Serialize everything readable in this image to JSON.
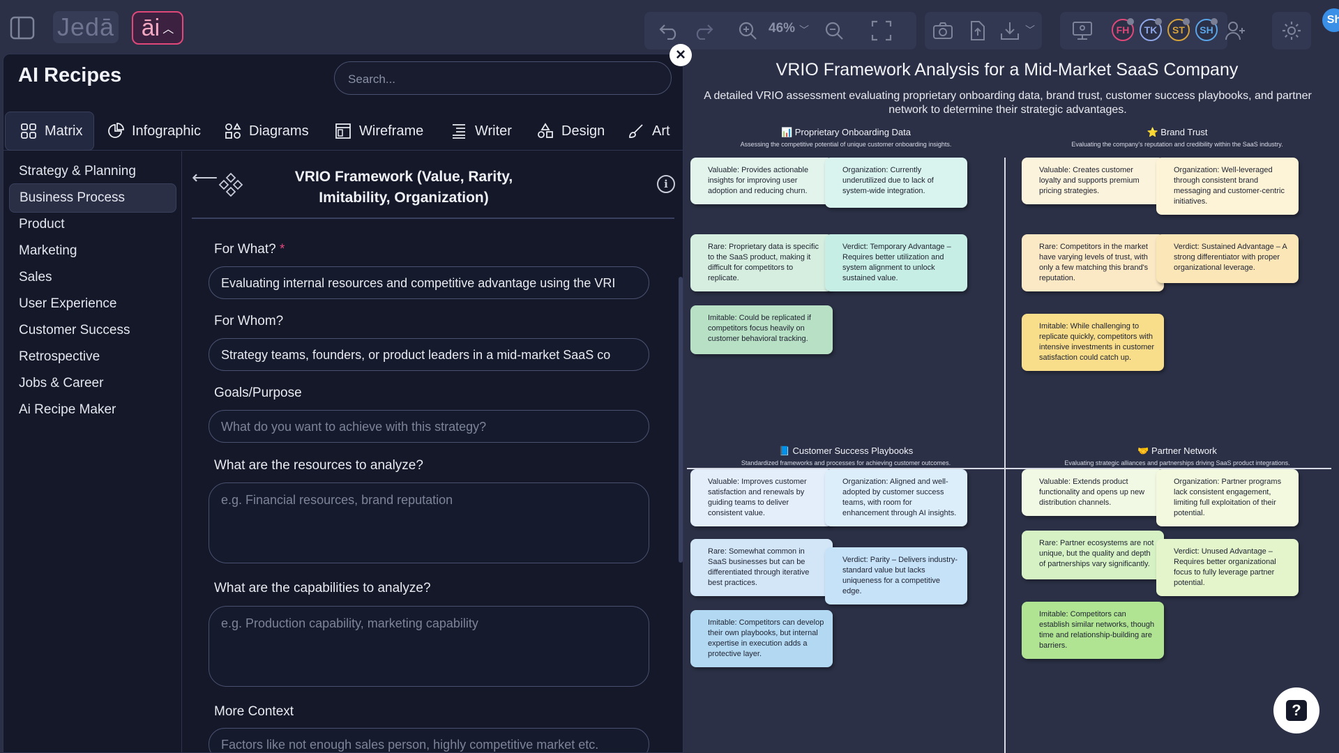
{
  "topbar": {
    "logo": "Jedā",
    "ai_label": "āi",
    "zoom": "46%",
    "avatars": [
      {
        "initials": "FH",
        "color": "#e0487a"
      },
      {
        "initials": "TK",
        "color": "#8fa7e8"
      },
      {
        "initials": "ST",
        "color": "#d6a23a"
      },
      {
        "initials": "SH",
        "color": "#5aa5e8"
      }
    ],
    "share_label": "Sh"
  },
  "panel": {
    "title": "AI Recipes",
    "search_placeholder": "Search...",
    "tabs": [
      {
        "label": "Matrix",
        "icon": "grid-icon"
      },
      {
        "label": "Infographic",
        "icon": "pie-icon"
      },
      {
        "label": "Diagrams",
        "icon": "shapes-icon"
      },
      {
        "label": "Wireframe",
        "icon": "wireframe-icon"
      },
      {
        "label": "Writer",
        "icon": "writer-icon"
      },
      {
        "label": "Design",
        "icon": "design-icon"
      },
      {
        "label": "Art",
        "icon": "brush-icon"
      }
    ],
    "categories": [
      "Strategy & Planning",
      "Business Process",
      "Product",
      "Marketing",
      "Sales",
      "User Experience",
      "Customer Success",
      "Retrospective",
      "Jobs & Career",
      "Ai Recipe Maker"
    ],
    "active_category": "Business Process"
  },
  "form": {
    "title": "VRIO Framework (Value, Rarity, Imitability, Organization)",
    "fields": [
      {
        "label": "For What?",
        "required": true,
        "value": "Evaluating internal resources and competitive advantage using the VRI"
      },
      {
        "label": "For Whom?",
        "required": false,
        "value": "Strategy teams, founders, or product leaders in a mid-market SaaS co"
      },
      {
        "label": "Goals/Purpose",
        "required": false,
        "placeholder": "What do you want to achieve with this strategy?"
      },
      {
        "label": "What are the resources to analyze?",
        "required": false,
        "placeholder": "e.g. Financial resources, brand reputation"
      },
      {
        "label": "What are the capabilities to analyze?",
        "required": false,
        "placeholder": "e.g. Production capability, marketing capability"
      },
      {
        "label": "More Context",
        "required": false,
        "placeholder": "Factors like not enough sales person, highly competitive market etc."
      }
    ]
  },
  "canvas": {
    "title": "VRIO Framework Analysis for a Mid-Market SaaS Company",
    "subtitle": "A detailed VRIO assessment evaluating proprietary onboarding data, brand trust, customer success playbooks, and partner network to determine their strategic advantages.",
    "quadrants": [
      {
        "title": "📊 Proprietary Onboarding Data",
        "subtitle": "Assessing the competitive potential of unique customer onboarding insights.",
        "notes": [
          {
            "text": "Valuable: Provides actionable insights for improving user adoption and reducing churn.",
            "color": "#e3f4ec"
          },
          {
            "text": "Organization: Currently underutilized due to lack of system-wide integration.",
            "color": "#d9f3ee"
          },
          {
            "text": "Rare: Proprietary data is specific to the SaaS product, making it difficult for competitors to replicate.",
            "color": "#d6eedf"
          },
          {
            "text": "Verdict: Temporary Advantage – Requires better utilization and system alignment to unlock sustained value.",
            "color": "#c7eee5"
          },
          {
            "text": "Imitable: Could be replicated if competitors focus heavily on customer behavioral tracking.",
            "color": "#b8e0c5"
          }
        ]
      },
      {
        "title": "⭐ Brand Trust",
        "subtitle": "Evaluating the company's reputation and credibility within the SaaS industry.",
        "notes": [
          {
            "text": "Valuable: Creates customer loyalty and supports premium pricing strategies.",
            "color": "#fcf3dc"
          },
          {
            "text": "Organization: Well-leveraged through consistent brand messaging and customer-centric initiatives.",
            "color": "#fdf4d8"
          },
          {
            "text": "Rare: Competitors in the market have varying levels of trust, with only a few matching this brand's reputation.",
            "color": "#fbe8c4"
          },
          {
            "text": "Verdict: Sustained Advantage – A strong differentiator with proper organizational leverage.",
            "color": "#fbe6b8"
          },
          {
            "text": "Imitable: While challenging to replicate quickly, competitors with intensive investments in customer satisfaction could catch up.",
            "color": "#f8dd8a"
          }
        ]
      },
      {
        "title": "📘 Customer Success Playbooks",
        "subtitle": "Standardized frameworks and processes for achieving customer outcomes.",
        "notes": [
          {
            "text": "Valuable: Improves customer satisfaction and renewals by guiding teams to deliver consistent value.",
            "color": "#e4eefb"
          },
          {
            "text": "Organization: Aligned and well-adopted by customer success teams, with room for enhancement through AI insights.",
            "color": "#ddeefb"
          },
          {
            "text": "Rare: Somewhat common in SaaS businesses but can be differentiated through iterative best practices.",
            "color": "#d3e6f8"
          },
          {
            "text": "Verdict: Parity – Delivers industry-standard value but lacks uniqueness for a competitive edge.",
            "color": "#c6e2f8"
          },
          {
            "text": "Imitable: Competitors can develop their own playbooks, but internal expertise in execution adds a protective layer.",
            "color": "#b3d8f2"
          }
        ]
      },
      {
        "title": "🤝 Partner Network",
        "subtitle": "Evaluating strategic alliances and partnerships driving SaaS product integrations.",
        "notes": [
          {
            "text": "Valuable: Extends product functionality and opens up new distribution channels.",
            "color": "#f1f8e3"
          },
          {
            "text": "Organization: Partner programs lack consistent engagement, limiting full exploitation of their potential.",
            "color": "#f2f9df"
          },
          {
            "text": "Rare: Partner ecosystems are not unique, but the quality and depth of partnerships vary significantly.",
            "color": "#d6f2c4"
          },
          {
            "text": "Verdict: Unused Advantage – Requires better organizational focus to fully leverage partner potential.",
            "color": "#e4f5cc"
          },
          {
            "text": "Imitable: Competitors can establish similar networks, though time and relationship-building are barriers.",
            "color": "#b0e493"
          }
        ]
      }
    ]
  }
}
